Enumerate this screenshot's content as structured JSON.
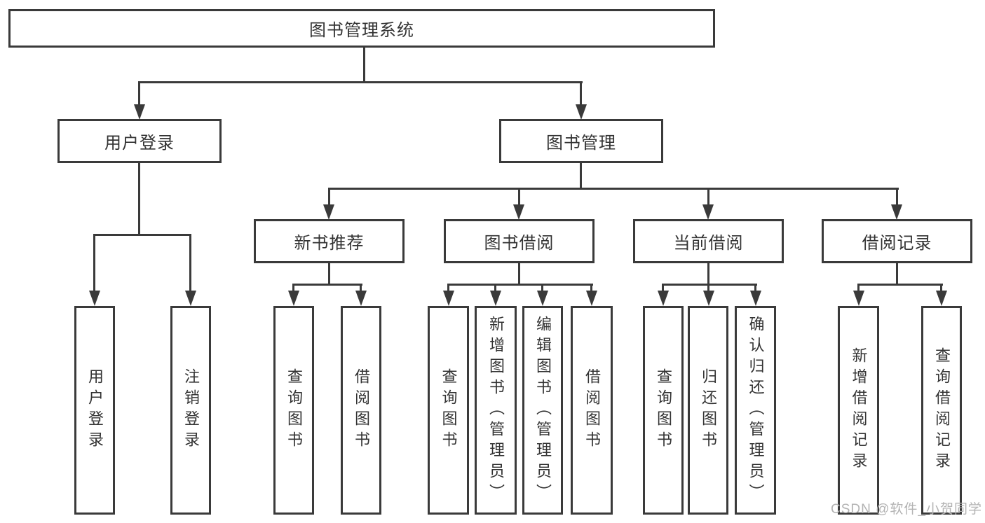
{
  "diagram_title": "图书管理系统",
  "tree": {
    "label": "图书管理系统",
    "children": [
      {
        "label": "用户登录",
        "children": [
          {
            "label": "用户登录"
          },
          {
            "label": "注销登录"
          }
        ]
      },
      {
        "label": "图书管理",
        "children": [
          {
            "label": "新书推荐",
            "children": [
              {
                "label": "查询图书"
              },
              {
                "label": "借阅图书"
              }
            ]
          },
          {
            "label": "图书借阅",
            "children": [
              {
                "label": "查询图书"
              },
              {
                "label": "新增图书（管理员）"
              },
              {
                "label": "编辑图书（管理员）"
              },
              {
                "label": "借阅图书"
              }
            ]
          },
          {
            "label": "当前借阅",
            "children": [
              {
                "label": "查询图书"
              },
              {
                "label": "归还图书"
              },
              {
                "label": "确认归还（管理员）"
              }
            ]
          },
          {
            "label": "借阅记录",
            "children": [
              {
                "label": "新增借阅记录"
              },
              {
                "label": "查询借阅记录"
              }
            ]
          }
        ]
      }
    ]
  },
  "watermark": {
    "text": "CSDN @软件_小贺同学"
  },
  "colors": {
    "line": "#3a3a3a",
    "text": "#333333",
    "watermark": "#b3b3b3",
    "background": "#ffffff"
  }
}
